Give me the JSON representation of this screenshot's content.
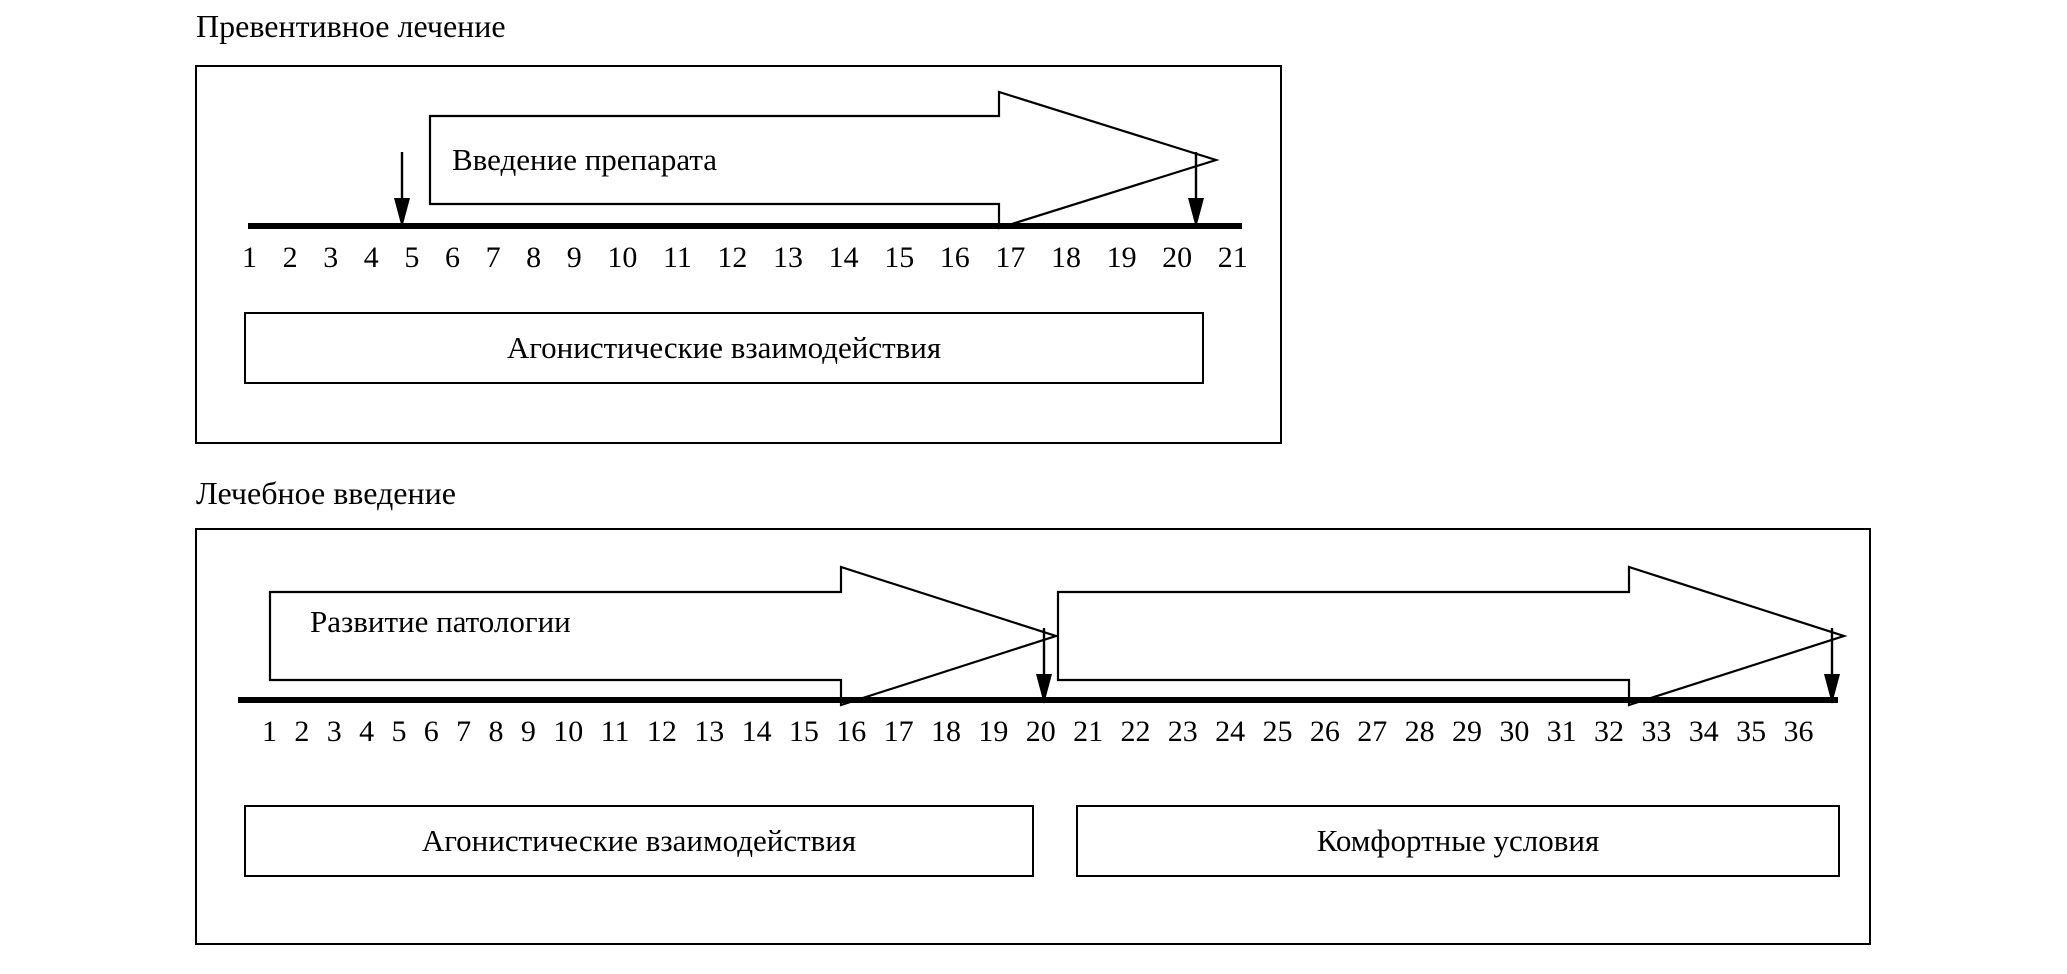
{
  "diagram": {
    "title_visible": false,
    "panels": [
      {
        "id": "preventive",
        "caption": "Превентивное лечение",
        "arrow_label": "Введение препарата",
        "bottom_label": "Агонистические взаимодействия",
        "scale": [
          "1",
          "2",
          "3",
          "4",
          "5",
          "6",
          "7",
          "8",
          "9",
          "10",
          "11",
          "12",
          "13",
          "14",
          "15",
          "16",
          "17",
          "18",
          "19",
          "20",
          "21"
        ],
        "scale_start": 1,
        "scale_end": 21,
        "marker_positions": [
          5,
          21
        ]
      },
      {
        "id": "therapeutic",
        "caption": "Лечебное введение",
        "arrow_label_1": "Развитие патологии",
        "arrow_label_2": "",
        "bottom_label_left": "Агонистические взаимодействия",
        "bottom_label_right": "Комфортные условия",
        "scale": [
          "1",
          "2",
          "3",
          "4",
          "5",
          "6",
          "7",
          "8",
          "9",
          "10",
          "11",
          "12",
          "13",
          "14",
          "15",
          "16",
          "17",
          "18",
          "19",
          "20",
          "21",
          "22",
          "23",
          "24",
          "25",
          "26",
          "27",
          "28",
          "29",
          "30",
          "31",
          "32",
          "33",
          "34",
          "35",
          "36"
        ],
        "scale_start": 1,
        "scale_end": 36,
        "marker_positions": [
          20,
          36
        ]
      }
    ],
    "colors": {
      "stroke": "#000000",
      "fill": "#ffffff",
      "background": "#ffffff"
    }
  }
}
